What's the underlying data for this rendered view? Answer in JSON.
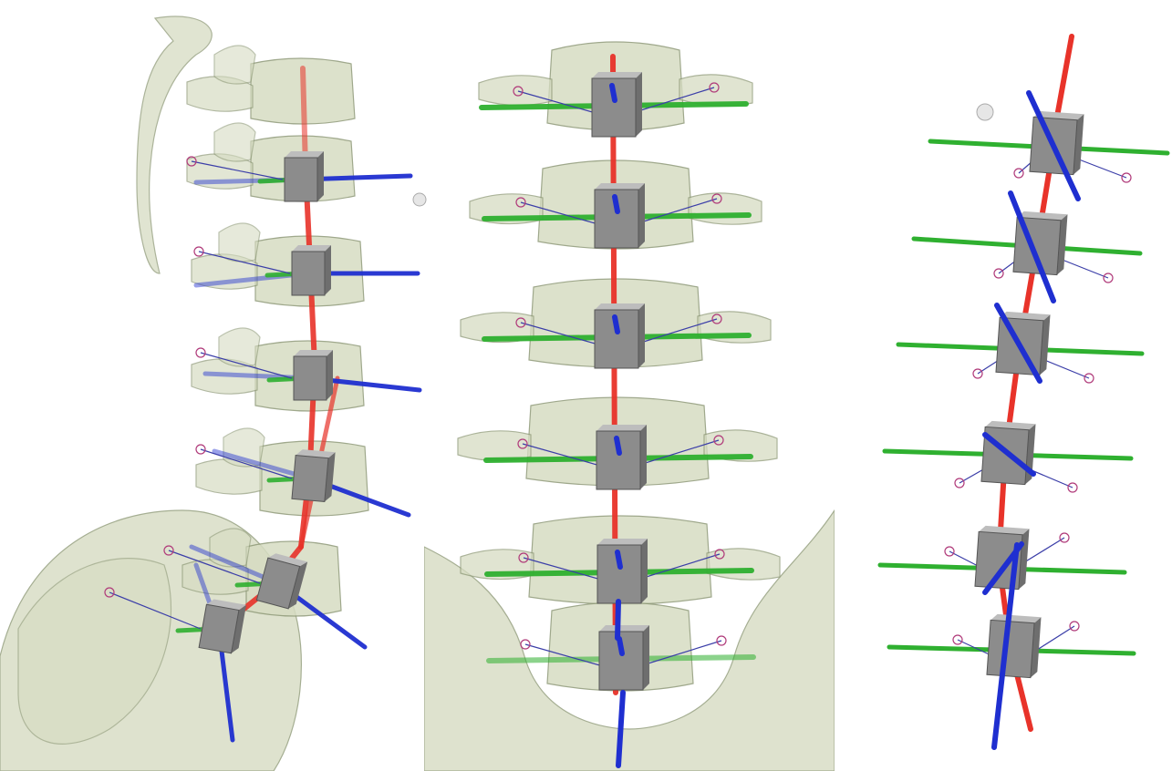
{
  "figure": {
    "panels": [
      {
        "id": "left",
        "view": "lateral"
      },
      {
        "id": "middle",
        "view": "anterior"
      },
      {
        "id": "right",
        "view": "axes-only"
      }
    ],
    "vertebra_count": 6,
    "colors": {
      "bone": "#d6dcc2",
      "bone_edge": "#8f9a78",
      "axis_superior": "#e8332a",
      "axis_lateral": "#2fb030",
      "axis_anterior": "#1f2fd0",
      "cube": "#8c8c8c",
      "cube_light": "#bdbdbd",
      "marker_line": "#3b3ea8",
      "marker_ring": "#b03a7a",
      "sphere": "#e6e6e6"
    }
  }
}
